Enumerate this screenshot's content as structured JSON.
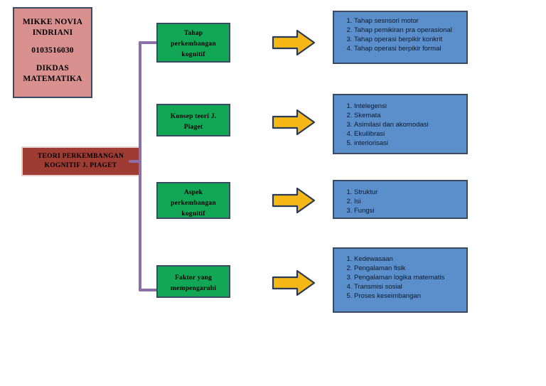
{
  "document": {
    "title": "TEORI PERKEMBANGAN KOGNITIF J. PIAGET",
    "type": "concept-map"
  },
  "identity": {
    "name_line1": "MIKKE NOVIA",
    "name_line2": "INDRIANI",
    "student_id": "0103516030",
    "program_line1": "DIKDAS",
    "program_line2": "MATEMATIKA"
  },
  "root": {
    "line1": "TEORI PERKEMBANGAN",
    "line2": "KOGNITIF J. PIAGET"
  },
  "branches": [
    {
      "topic": {
        "line1": "Tahap",
        "line2": "perkembangan",
        "line3": "kognitif"
      },
      "details": [
        "Tahap sesnsori motor",
        "Tahap pemikiran pra operasional",
        "Tahap operasi berpikir konkrit",
        "Tahap operasi berpikir formal"
      ]
    },
    {
      "topic": {
        "line1": "Konsep teori J.",
        "line2": "Piaget",
        "line3": ""
      },
      "details": [
        "Intelegensi",
        "Skemata",
        "Asimilasi dan akomodasi",
        "Ekuilibrasi",
        "interiorisasi"
      ]
    },
    {
      "topic": {
        "line1": "Aspek",
        "line2": "perkembangan",
        "line3": "kognitif"
      },
      "details": [
        "Struktur",
        "Isi",
        "Fungsi"
      ]
    },
    {
      "topic": {
        "line1": "Faktor yang",
        "line2": "mempengaruhi",
        "line3": ""
      },
      "details": [
        "Kedewasaan",
        "Pengalaman fisik",
        "Pengalaman logika matematis",
        "Transmisi sosial",
        "Proses keseimbangan"
      ]
    }
  ],
  "colors": {
    "identity_box": "#d9918f",
    "root_box": "#9e3b33",
    "topic_box": "#12a757",
    "detail_box": "#5b8fcb",
    "arrow_fill": "#f5b816",
    "arrow_stroke": "#2b3a55",
    "connector": "#8a6fa8",
    "box_border": "#3b4a63"
  },
  "icons": {
    "arrow": "right-arrow-icon",
    "chevron": "chevron-right-icon"
  }
}
